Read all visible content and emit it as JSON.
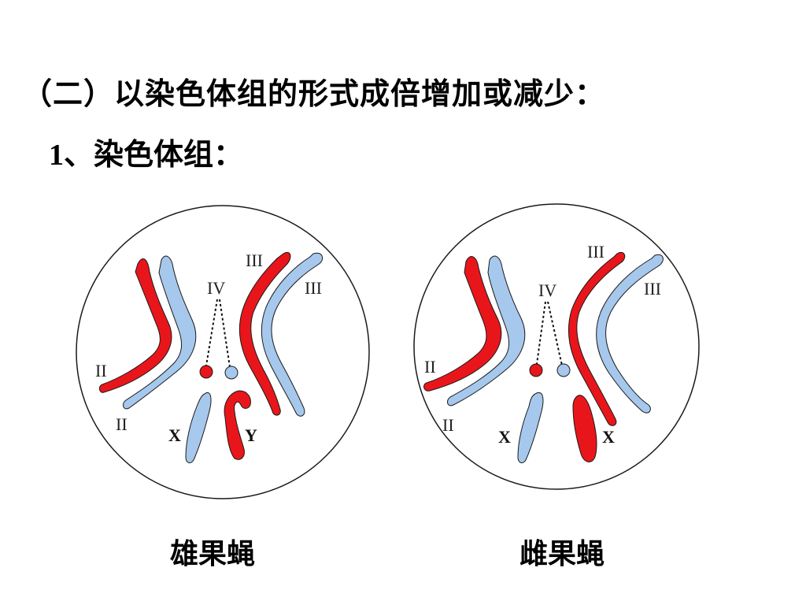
{
  "heading": "（二）以染色体组的形式成倍增加或减少：",
  "subheading": {
    "number": "1",
    "text": "、染色体组："
  },
  "colors": {
    "paternal": "#e8161b",
    "maternal": "#a6c8ec",
    "outline": "#1a1a1a"
  },
  "male": {
    "caption": "雄果蝇",
    "labels": {
      "II_red": "II",
      "II_blue": "II",
      "III_red": "III",
      "III_blue": "III",
      "IV": "IV",
      "sex_left": "X",
      "sex_right": "Y"
    }
  },
  "female": {
    "caption": "雌果蝇",
    "labels": {
      "II_red": "II",
      "II_blue": "II",
      "III_red": "III",
      "III_blue": "III",
      "IV": "IV",
      "sex_left": "X",
      "sex_right": "X"
    }
  }
}
